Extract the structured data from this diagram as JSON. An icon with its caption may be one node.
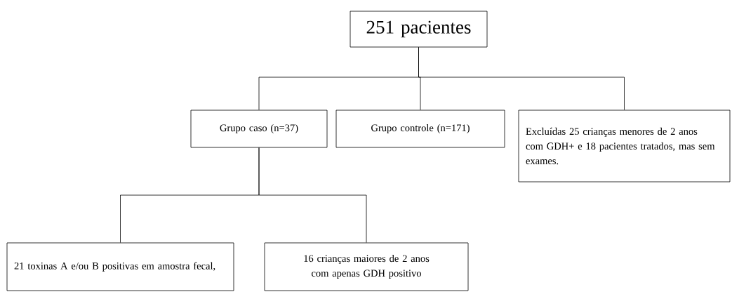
{
  "diagram": {
    "nodes": [
      {
        "text": [
          "251 pacientes"
        ]
      },
      {
        "text": [
          "Grupo caso (n=37)"
        ]
      },
      {
        "text": [
          "Grupo controle (n=171)"
        ]
      },
      {
        "text": [
          "Excluídas 25 crianças menores de 2 anos com GDH+ e 18 pacientes tratados, mas sem exames."
        ]
      },
      {
        "text": [
          "21 toxinas A e/ou B positivas em amostra fecal,"
        ]
      },
      {
        "text": [
          "16 crianças maiores de 2 anos com apenas GDH positivo"
        ]
      }
    ],
    "edges": [
      {
        "from": 0,
        "to": 1,
        "arrow": "none"
      },
      {
        "from": 0,
        "to": 2,
        "arrow": "none"
      },
      {
        "from": 0,
        "to": 3,
        "arrow": "none"
      },
      {
        "from": 1,
        "to": 4,
        "arrow": "none"
      },
      {
        "from": 1,
        "to": 5,
        "arrow": "none"
      }
    ]
  }
}
